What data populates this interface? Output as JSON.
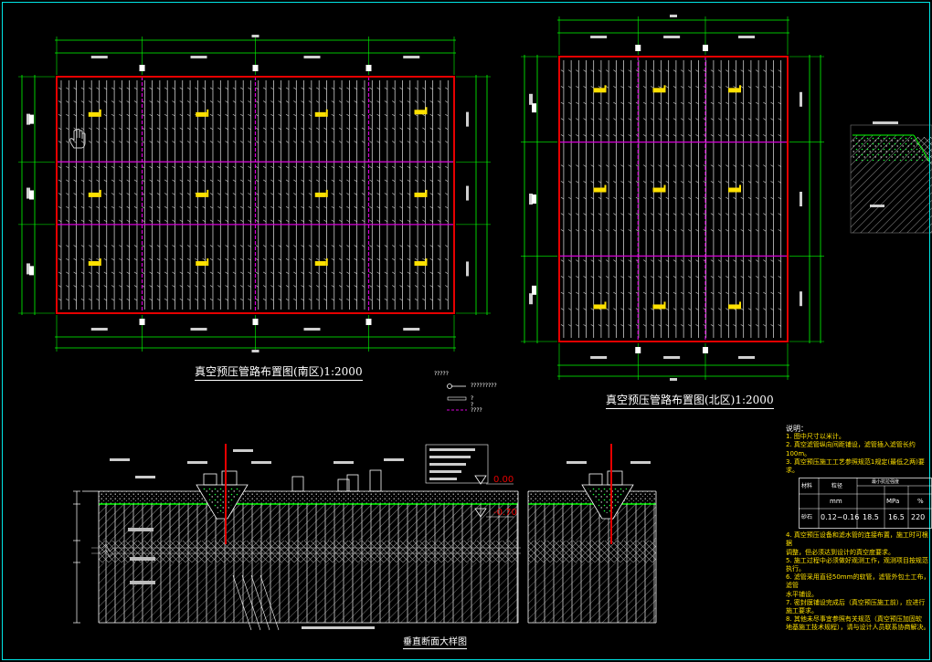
{
  "titles": {
    "south_plan": "真空预压管路布置图(南区)1:2000",
    "north_plan": "真空预压管路布置图(北区)1:2000",
    "section": "垂直断面大样图"
  },
  "legend": {
    "item1": "?????",
    "item2": "?????????",
    "item3": "?  ?",
    "item4": "????"
  },
  "section_marks": {
    "elev_top": "0.00",
    "elev_low": "-0.70"
  },
  "notes": {
    "heading": "说明：",
    "n1": "1. 图中尺寸以米计。",
    "n2": "2. 真空滤管纵向间距铺设，滤管插入滤管长约100m。",
    "n3": "3. 真空预压施工工艺参照规范1规定(最低之两)要求。",
    "n4": "4. 真空预压设备和滤水管的连接布置，施工时可根据",
    "n4b": "   调整，但必须达到设计的真空度要求。",
    "n5": "5. 施工过程中必须做好观测工作，观测项目按规范执行。",
    "n6": "6. 滤管采用直径50mm的软管，滤管外包土工布，滤管",
    "n6b": "   水平铺设。",
    "n7": "7. 密封膜铺设完成后（真空预压施工前），应进行",
    "n7b": "   施工要求。",
    "n8": "8. 其他未尽事宜参照有关规范（真空预压加固软",
    "n8b": "   地基施工技术规程），请与设计人员联系协商解决。"
  },
  "table": {
    "h1": "材料",
    "h2": "粒径",
    "h3": "最小抗拉强度",
    "u1": "mm",
    "u2": "MPa",
    "u3": "%",
    "r1": "砂石",
    "r2": "0.12~0.16",
    "r3": "18.5",
    "r4": "16.5",
    "r5": "220"
  },
  "colors": {
    "outline": "#e60000",
    "dim": "#00ff00",
    "frame": "#00e5e5",
    "divider": "#d600d6",
    "tag": "#ffe100",
    "text": "#ffffff"
  }
}
